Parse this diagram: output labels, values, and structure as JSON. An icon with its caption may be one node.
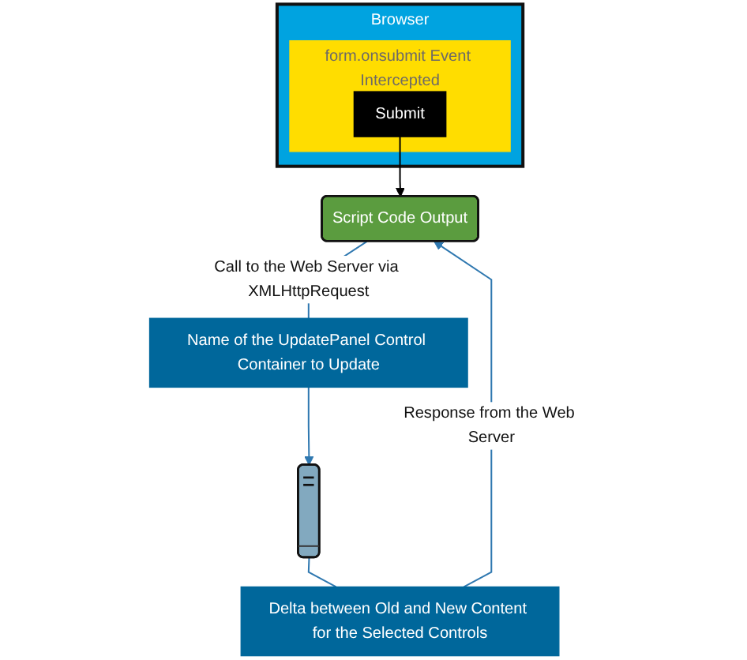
{
  "diagram": {
    "nodes": [
      {
        "text": [
          "Browser"
        ]
      },
      {
        "text": [
          "form.onsubmit Event Intercepted"
        ],
        "in": 0
      },
      {
        "text": [
          "Submit"
        ],
        "in": 1
      },
      {
        "text": [
          "Script Code Output"
        ]
      },
      {
        "text": [
          "Name of the UpdatePanel Control Container to Update"
        ]
      },
      {
        "text": [],
        "shape": "picture"
      },
      {
        "text": [
          "Delta between Old and New Content for the Selected Controls"
        ]
      }
    ],
    "edges": [
      {
        "from": 2,
        "to": 3,
        "arrow": "to",
        "color": "#000000"
      },
      {
        "from": 3,
        "to": 4,
        "arrow": "none",
        "label": "Call to the Web Server via XMLHttpRequest"
      },
      {
        "from": 4,
        "to": 5,
        "arrow": "to"
      },
      {
        "from": 5,
        "to": 6,
        "arrow": "none"
      },
      {
        "from": 6,
        "to": 3,
        "arrow": "to",
        "label": "Response from the Web Server"
      }
    ]
  }
}
